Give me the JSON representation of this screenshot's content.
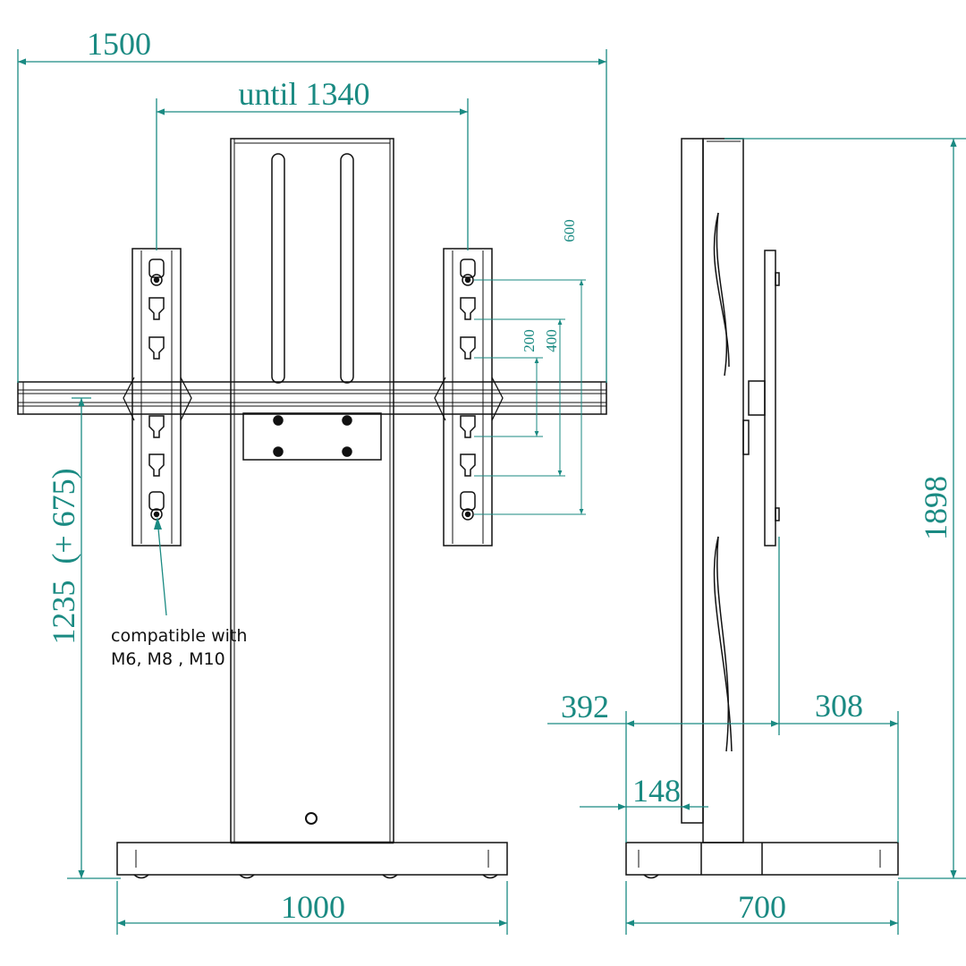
{
  "colors": {
    "dimension": "#1a8a82",
    "line": "#111111",
    "background": "#ffffff"
  },
  "front_view": {
    "dim_overall_width": "1500",
    "dim_vesa_max": "until 1340",
    "dim_height": "1235  (+ 675)",
    "dim_base_width": "1000",
    "hole_spacing": [
      "200",
      "400",
      "600"
    ],
    "note_line1": "compatible with",
    "note_line2": "M6, M8 , M10"
  },
  "side_view": {
    "dim_total_height": "1898",
    "dim_front_depth": "392",
    "dim_rear_depth": "308",
    "dim_column_offset": "148",
    "dim_base_depth": "700"
  }
}
